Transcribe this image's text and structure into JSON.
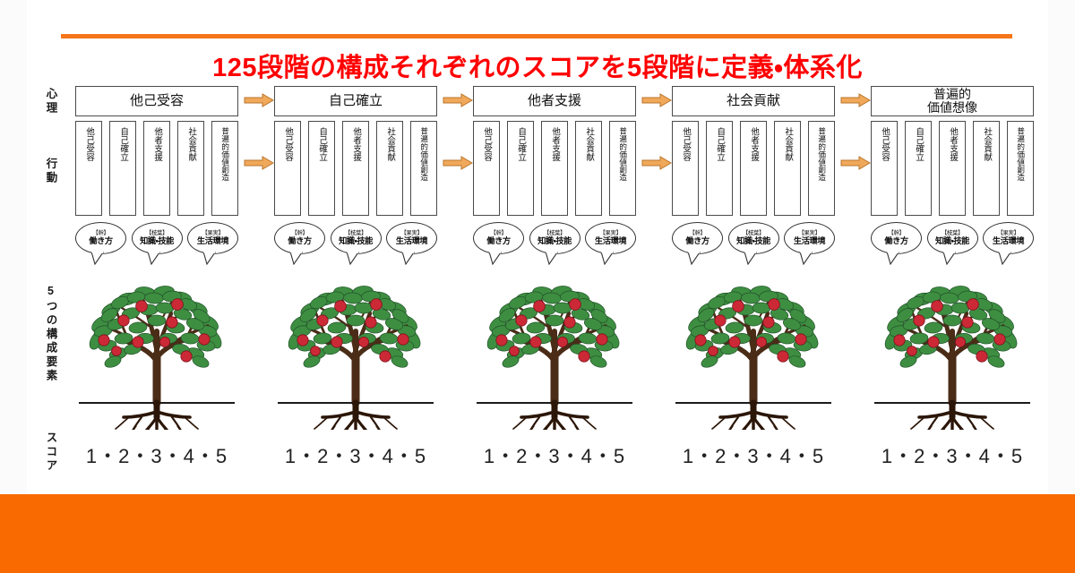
{
  "title": "125段階の構成それぞれのスコアを5段階に定義・体系化",
  "theme": {
    "accent_orange": "#F5761A",
    "band_orange": "#F96A00",
    "title_red": "#FF0000",
    "arrow_orange": "#F0A85A",
    "leaf_green": "#3E8E41",
    "fruit_red": "#CC2936",
    "trunk_brown": "#4A2C17",
    "box_border": "#4B4B4B"
  },
  "axis_labels": {
    "psychology": "心理",
    "behavior": "行動",
    "five_elements": "5つの構成要素",
    "score": "スコア"
  },
  "sub_boxes": [
    "他己受容",
    "自己確立",
    "他者支援",
    "社会貢献",
    "普遍的価値創造"
  ],
  "bubbles": [
    {
      "bracket": "【幹】",
      "label": "働き方"
    },
    {
      "bracket": "【枝葉】",
      "label": "知識・技能"
    },
    {
      "bracket": "【果実】",
      "label": "生活環境"
    }
  ],
  "score_scale": "1・2・3・4・5",
  "columns": [
    {
      "header_line1": "他己受容",
      "header_line2": ""
    },
    {
      "header_line1": "自己確立",
      "header_line2": ""
    },
    {
      "header_line1": "他者支援",
      "header_line2": ""
    },
    {
      "header_line1": "社会貢献",
      "header_line2": ""
    },
    {
      "header_line1": "普遍的",
      "header_line2": "価値想像"
    }
  ],
  "arrow_icon": "arrow-right-icon"
}
